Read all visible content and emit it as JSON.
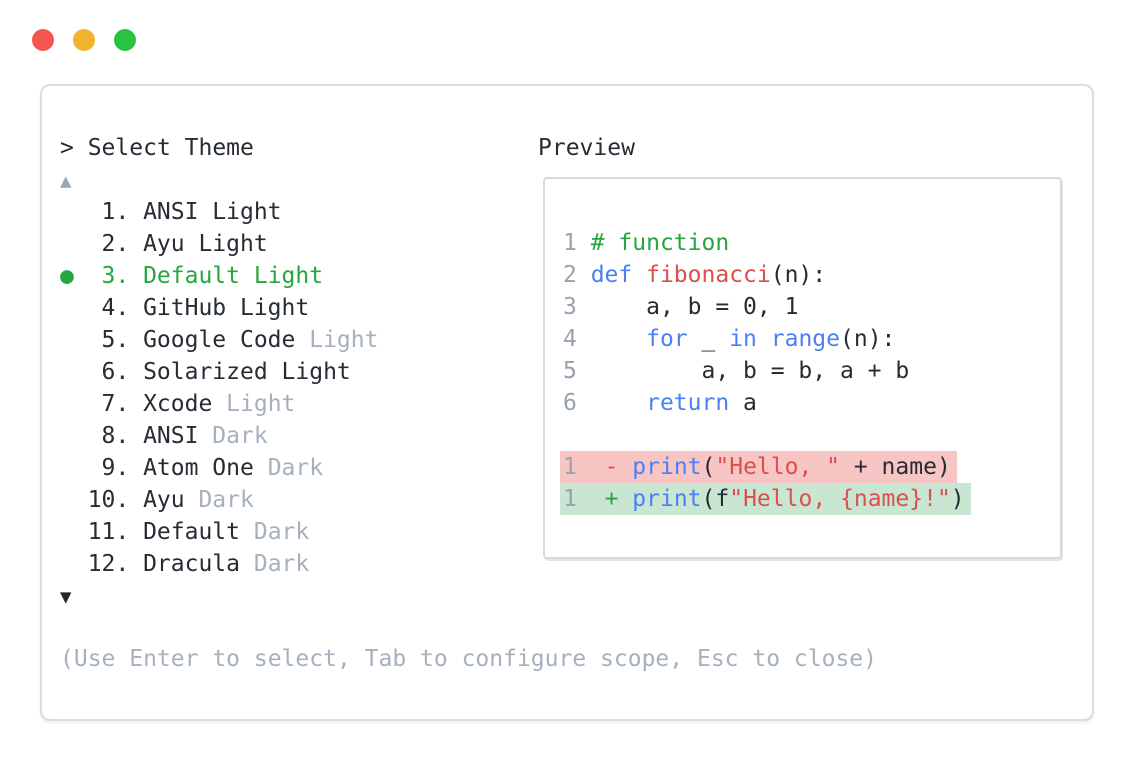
{
  "window": {
    "controls": [
      {
        "name": "close",
        "color": "#f4574f"
      },
      {
        "name": "minimize",
        "color": "#f1b32f"
      },
      {
        "name": "zoom",
        "color": "#28c341"
      }
    ]
  },
  "prompt": {
    "symbol": ">",
    "title": "Select Theme"
  },
  "list": {
    "scroll_up_indicator": "▲",
    "scroll_down_indicator": "▼",
    "selected_marker": "●",
    "items": [
      {
        "number": "1",
        "name": "ANSI Light",
        "suffix": "",
        "selected": false
      },
      {
        "number": "2",
        "name": "Ayu Light",
        "suffix": "",
        "selected": false
      },
      {
        "number": "3",
        "name": "Default Light",
        "suffix": "",
        "selected": true
      },
      {
        "number": "4",
        "name": "GitHub Light",
        "suffix": "",
        "selected": false
      },
      {
        "number": "5",
        "name": "Google Code",
        "suffix": "Light",
        "selected": false
      },
      {
        "number": "6",
        "name": "Solarized Light",
        "suffix": "",
        "selected": false
      },
      {
        "number": "7",
        "name": "Xcode",
        "suffix": "Light",
        "selected": false
      },
      {
        "number": "8",
        "name": "ANSI",
        "suffix": "Dark",
        "selected": false
      },
      {
        "number": "9",
        "name": "Atom One",
        "suffix": "Dark",
        "selected": false
      },
      {
        "number": "10",
        "name": "Ayu",
        "suffix": "Dark",
        "selected": false
      },
      {
        "number": "11",
        "name": "Default",
        "suffix": "Dark",
        "selected": false
      },
      {
        "number": "12",
        "name": "Dracula",
        "suffix": "Dark",
        "selected": false
      }
    ]
  },
  "preview": {
    "label": "Preview",
    "code_lines": [
      {
        "num": "1",
        "bg": null,
        "tokens": [
          {
            "t": "# function",
            "c": "green"
          }
        ]
      },
      {
        "num": "2",
        "bg": null,
        "tokens": [
          {
            "t": "def",
            "c": "blue"
          },
          {
            "t": " "
          },
          {
            "t": "fibonacci",
            "c": "red"
          },
          {
            "t": "(n):"
          }
        ]
      },
      {
        "num": "3",
        "bg": null,
        "tokens": [
          {
            "t": "    a, b = 0, 1"
          }
        ]
      },
      {
        "num": "4",
        "bg": null,
        "tokens": [
          {
            "t": "    "
          },
          {
            "t": "for",
            "c": "blue"
          },
          {
            "t": " _ "
          },
          {
            "t": "in",
            "c": "blue"
          },
          {
            "t": " "
          },
          {
            "t": "range",
            "c": "blue"
          },
          {
            "t": "(n):"
          }
        ]
      },
      {
        "num": "5",
        "bg": null,
        "tokens": [
          {
            "t": "        a, b = b, a + b"
          }
        ]
      },
      {
        "num": "6",
        "bg": null,
        "tokens": [
          {
            "t": "    "
          },
          {
            "t": "return",
            "c": "blue"
          },
          {
            "t": " a"
          }
        ]
      },
      {
        "num": "",
        "bg": null,
        "tokens": []
      },
      {
        "num": "1",
        "bg": "removed",
        "tokens": [
          {
            "t": " "
          },
          {
            "t": "-",
            "c": "red"
          },
          {
            "t": " "
          },
          {
            "t": "print",
            "c": "blue"
          },
          {
            "t": "("
          },
          {
            "t": "\"Hello, \"",
            "c": "red"
          },
          {
            "t": " + name)"
          }
        ]
      },
      {
        "num": "1",
        "bg": "added",
        "tokens": [
          {
            "t": " "
          },
          {
            "t": "+",
            "c": "green"
          },
          {
            "t": " "
          },
          {
            "t": "print",
            "c": "blue"
          },
          {
            "t": "(f"
          },
          {
            "t": "\"Hello, {name}!\"",
            "c": "red"
          },
          {
            "t": ")"
          }
        ]
      }
    ]
  },
  "help": {
    "text": "(Use Enter to select, Tab to configure scope, Esc to close)"
  },
  "colors": {
    "text_dark": "#262c33",
    "text_gray": "#a6b0bf",
    "line_number_gray": "#98a2ae",
    "green": "#27a53f",
    "blue": "#4b80f4",
    "red": "#dd4f4b",
    "diff_removed_bg": "#f8c5c5",
    "diff_added_bg": "#c8e6d2",
    "window_border": "#d9dce2",
    "preview_border": "#d5d9e0",
    "dot_red": "#f4574f",
    "dot_yellow": "#f1b32f",
    "dot_green": "#28c341"
  }
}
